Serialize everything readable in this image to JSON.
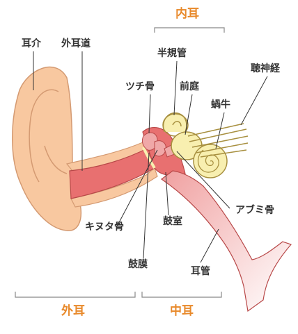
{
  "labels": {
    "auricle": "耳介",
    "ear_canal": "外耳道",
    "semicircular_canals": "半規管",
    "cochlear_nerve": "聴神経",
    "anvil": "ツチ骨",
    "vestibule": "前庭",
    "cochlea": "蝸牛",
    "stirrup": "アブミ骨",
    "incus": "キヌタ骨",
    "tympanic_cavity": "鼓室",
    "eardrum": "鼓膜",
    "eustachian_tube": "耳管"
  },
  "sections": {
    "inner_ear": "内耳",
    "outer_ear": "外耳",
    "middle_ear": "中耳"
  },
  "colors": {
    "skin": "#f8c8a0",
    "skin_stroke": "#d49a72",
    "canal": "#e87070",
    "canal_stroke": "#b84848",
    "inner_ear": "#f8efb0",
    "inner_ear_stroke": "#a89040",
    "section_text": "#e8892a",
    "bracket": "#888888"
  }
}
